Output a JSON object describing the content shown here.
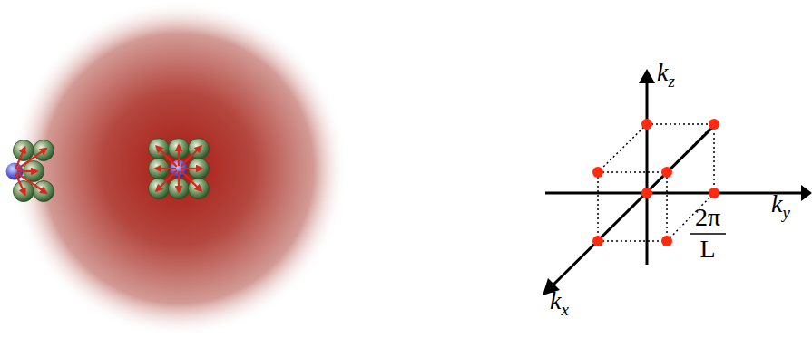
{
  "diagram": {
    "labels": [
      "kz",
      "ky",
      "kx",
      "2π",
      "L"
    ]
  }
}
